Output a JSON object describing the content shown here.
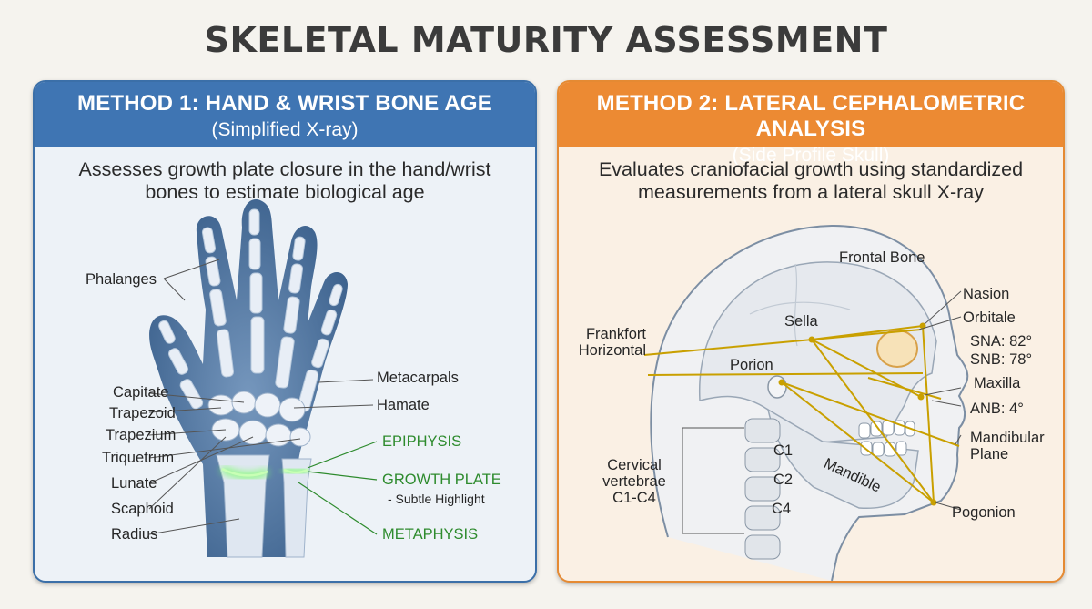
{
  "title": "SKELETAL MATURITY ASSESSMENT",
  "method1": {
    "title": "METHOD 1: HAND & WRIST BONE AGE",
    "subtitle": "(Simplified X-ray)",
    "description": "Assesses growth plate closure in the hand/wrist bones to estimate biological age",
    "labels": {
      "phalanges": "Phalanges",
      "metacarpals": "Metacarpals",
      "capitate": "Capitate",
      "hamate": "Hamate",
      "trapezoid": "Trapezoid",
      "trapezium": "Trapezium",
      "triquetrum": "Triquetrum",
      "lunate": "Lunate",
      "scaphoid": "Scaphoid",
      "radius": "Radius",
      "epiphysis": "EPIPHYSIS",
      "growth_plate": "GROWTH PLATE",
      "growth_plate_note": "- Subtle Highlight",
      "metaphysis": "METAPHYSIS"
    }
  },
  "method2": {
    "title": "METHOD 2: LATERAL CEPHALOMETRIC ANALYSIS",
    "subtitle": "(Side Profile Skull)",
    "description": "Evaluates craniofacial growth using standardized measurements from a lateral skull X-ray",
    "labels": {
      "frontal_bone": "Frontal Bone",
      "nasion": "Nasion",
      "orbitale": "Orbitale",
      "sella": "Sella",
      "frankfort": "Frankfort Horizontal",
      "sna": "SNA: 82°",
      "snb": "SNB: 78°",
      "porion": "Porion",
      "maxilla": "Maxilla",
      "anb": "ANB: 4°",
      "mandibular_plane": "Mandibular Plane",
      "mandible": "Mandible",
      "cervical": "Cervical vertebrae C1-C4",
      "c1": "C1",
      "c2": "C2",
      "c4": "C4",
      "pogonion": "Pogonion"
    }
  },
  "colors": {
    "left_accent": "#3f75b3",
    "right_accent": "#ec8a33",
    "highlight_green": "#2e8b2e",
    "line_gold": "#c9a000"
  }
}
